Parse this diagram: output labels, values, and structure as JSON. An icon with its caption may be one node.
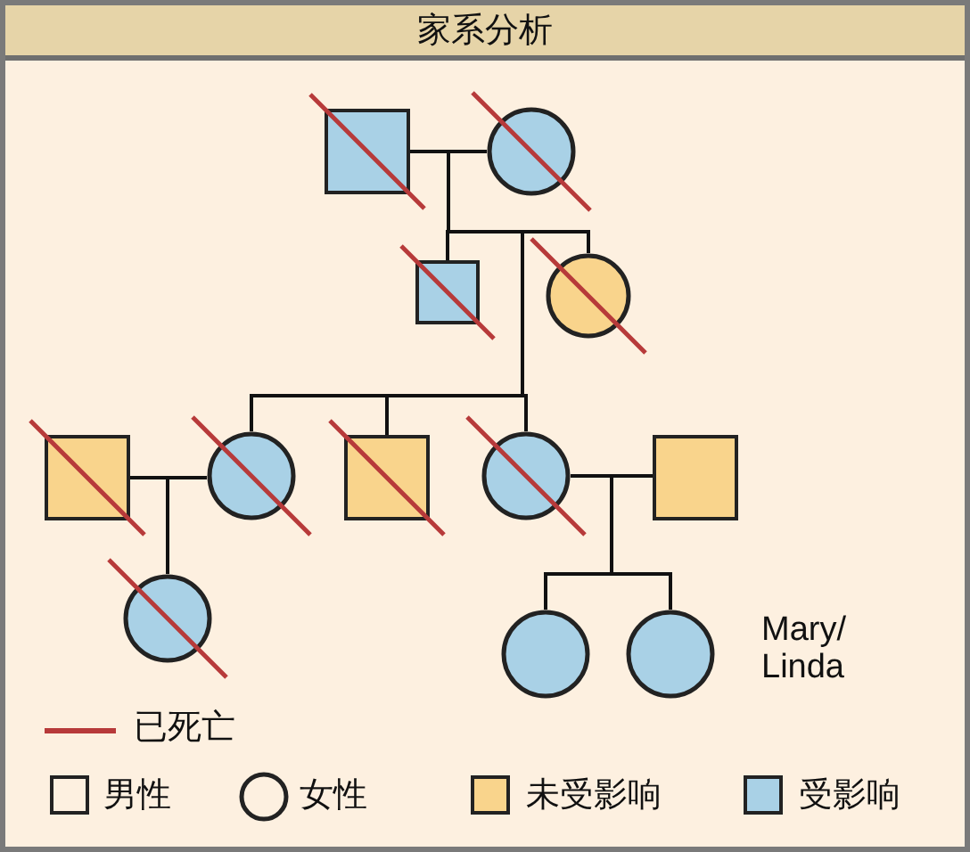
{
  "diagram": {
    "title": "家系分析",
    "nodes": [
      {
        "text": [],
        "shape": "box"
      },
      {
        "text": [],
        "shape": "circle"
      },
      {
        "text": [],
        "shape": "box"
      },
      {
        "text": [],
        "shape": "circle"
      },
      {
        "text": [],
        "shape": "box"
      },
      {
        "text": [],
        "shape": "circle"
      },
      {
        "text": [],
        "shape": "box"
      },
      {
        "text": [],
        "shape": "circle"
      },
      {
        "text": [],
        "shape": "box"
      },
      {
        "text": [],
        "shape": "circle"
      },
      {
        "text": [],
        "shape": "circle"
      },
      {
        "text": [],
        "shape": "circle"
      }
    ],
    "edges": [
      {
        "from": 0,
        "to": 1,
        "arrow": "none"
      },
      {
        "from": 0,
        "to": 2,
        "arrow": "none"
      },
      {
        "from": 0,
        "to": 3,
        "arrow": "none"
      },
      {
        "from": 0,
        "to": 5,
        "arrow": "none"
      },
      {
        "from": 0,
        "to": 6,
        "arrow": "none"
      },
      {
        "from": 0,
        "to": 7,
        "arrow": "none"
      },
      {
        "from": 4,
        "to": 5,
        "arrow": "none"
      },
      {
        "from": 4,
        "to": 9,
        "arrow": "none"
      },
      {
        "from": 7,
        "to": 8,
        "arrow": "none"
      },
      {
        "from": 7,
        "to": 10,
        "arrow": "none"
      },
      {
        "from": 7,
        "to": 11,
        "arrow": "none"
      }
    ],
    "labels": [
      "Mary/ Linda"
    ],
    "legend": [
      {
        "text": "已死亡"
      },
      {
        "text": "男性"
      },
      {
        "text": "女性"
      },
      {
        "text": "未受影响",
        "color": "#f9d48c"
      },
      {
        "text": "受影响",
        "color": "#a9d1e6"
      }
    ]
  }
}
